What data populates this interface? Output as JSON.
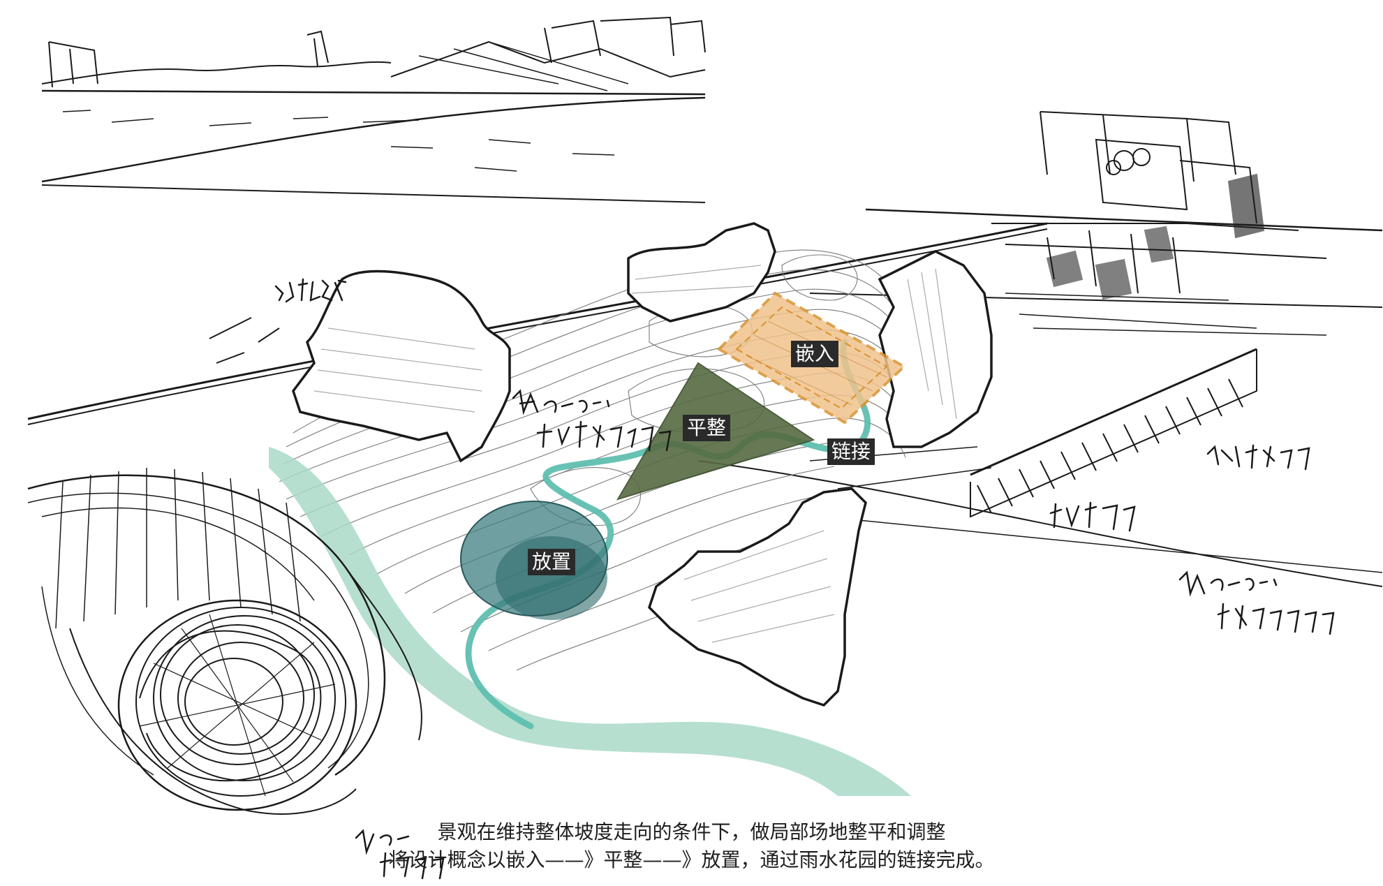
{
  "labels": {
    "embed": "嵌入",
    "level": "平整",
    "link": "链接",
    "place": "放置"
  },
  "caption": {
    "line1": "景观在维持整体坡度走向的条件下，做局部场地整平和调整",
    "line2": "将设计概念以嵌入——》平整——》放置，通过雨水花园的链接完成。"
  },
  "colors": {
    "embed_fill": "#f0c38c",
    "embed_stroke": "#d8922f",
    "level_fill": "#566b42",
    "water": "#5fbfb0",
    "river": "#a9d9c8",
    "place_fill": "#3f7f80",
    "ink": "#1a1a1a",
    "label_bg": "#2a2a2a"
  }
}
